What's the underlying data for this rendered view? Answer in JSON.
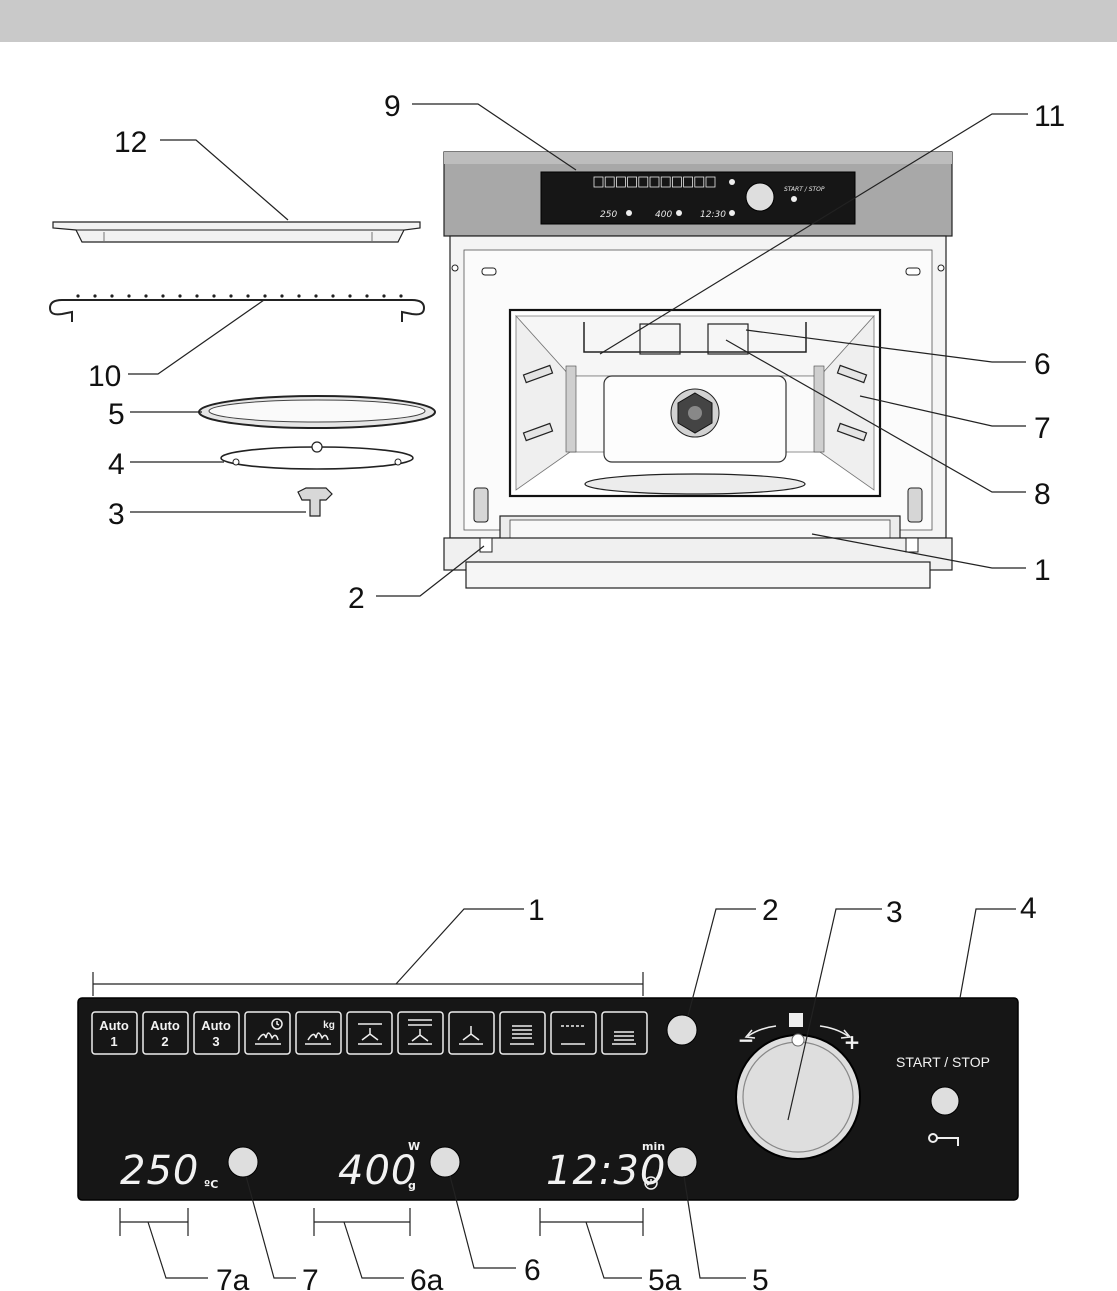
{
  "oven_callouts": [
    "9",
    "11",
    "12",
    "10",
    "5",
    "4",
    "3",
    "2",
    "6",
    "7",
    "8",
    "1"
  ],
  "panel_callouts": [
    "1",
    "2",
    "3",
    "4",
    "7a",
    "7",
    "6a",
    "6",
    "5a",
    "5"
  ],
  "panel": {
    "auto_buttons": [
      {
        "line1": "Auto",
        "line2": "1"
      },
      {
        "line1": "Auto",
        "line2": "2"
      },
      {
        "line1": "Auto",
        "line2": "3"
      }
    ],
    "defrost_kg_unit": "kg",
    "start_stop_label": "START / STOP",
    "knob_minus": "−",
    "knob_plus": "+",
    "temperature_display": "250",
    "temperature_unit": "ºC",
    "power_display": "400",
    "power_unit_top": "W",
    "power_unit_bottom": "g",
    "time_display": "12:30",
    "time_unit": "min"
  },
  "oven_mini_display": {
    "temperature": "250",
    "power": "400",
    "time": "12:30",
    "start_stop": "START / STOP"
  },
  "colors": {
    "panel_background": "#161616",
    "knob_fill": "#dedede",
    "stainless": "#a8a8a8",
    "top_bar": "#c9c9c9"
  }
}
